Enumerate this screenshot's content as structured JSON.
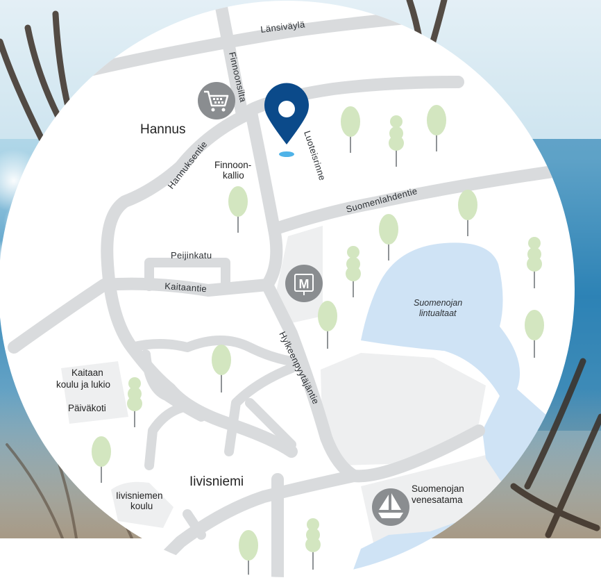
{
  "roads": {
    "lansivayla": "Länsiväylä",
    "finnoonsilta": "Finnoonsilta",
    "hannuksentie": "Hannuksentie",
    "luoteisrinne": "Luoteisrinne",
    "suomenlahdentie": "Suomenlahdentie",
    "peijinkatu": "Peijinkatu",
    "kaitaantie": "Kaitaantie",
    "hylkeenpyytajantie": "Hylkeenpyytäjäntie"
  },
  "places": {
    "hannus": "Hannus",
    "finnoonkallio_1": "Finnoon-",
    "finnoonkallio_2": "kallio",
    "kaitaan_koulu_1": "Kaitaan",
    "kaitaan_koulu_2": "koulu ja lukio",
    "paivakoti": "Päiväkoti",
    "iivisniemi": "Iivisniemi",
    "iivisniemen_koulu_1": "Iivisniemen",
    "iivisniemen_koulu_2": "koulu",
    "lintualtaat_1": "Suomenojan",
    "lintualtaat_2": "lintualtaat",
    "venesatama_1": "Suomenojan",
    "venesatama_2": "venesatama"
  },
  "icons": {
    "shop": "shopping-cart-icon",
    "metro": "metro-station-icon",
    "marina": "sailboat-icon",
    "location": "map-pin-icon",
    "metro_letter": "M"
  },
  "colors": {
    "road": "#d9dbdd",
    "water": "#cfe3f5",
    "tree": "#d3e6c0",
    "pin": "#0b4a8a",
    "pin_shadow": "#4fb3e8",
    "icon_gray": "#8a8d90",
    "area": "#eeeff0"
  }
}
